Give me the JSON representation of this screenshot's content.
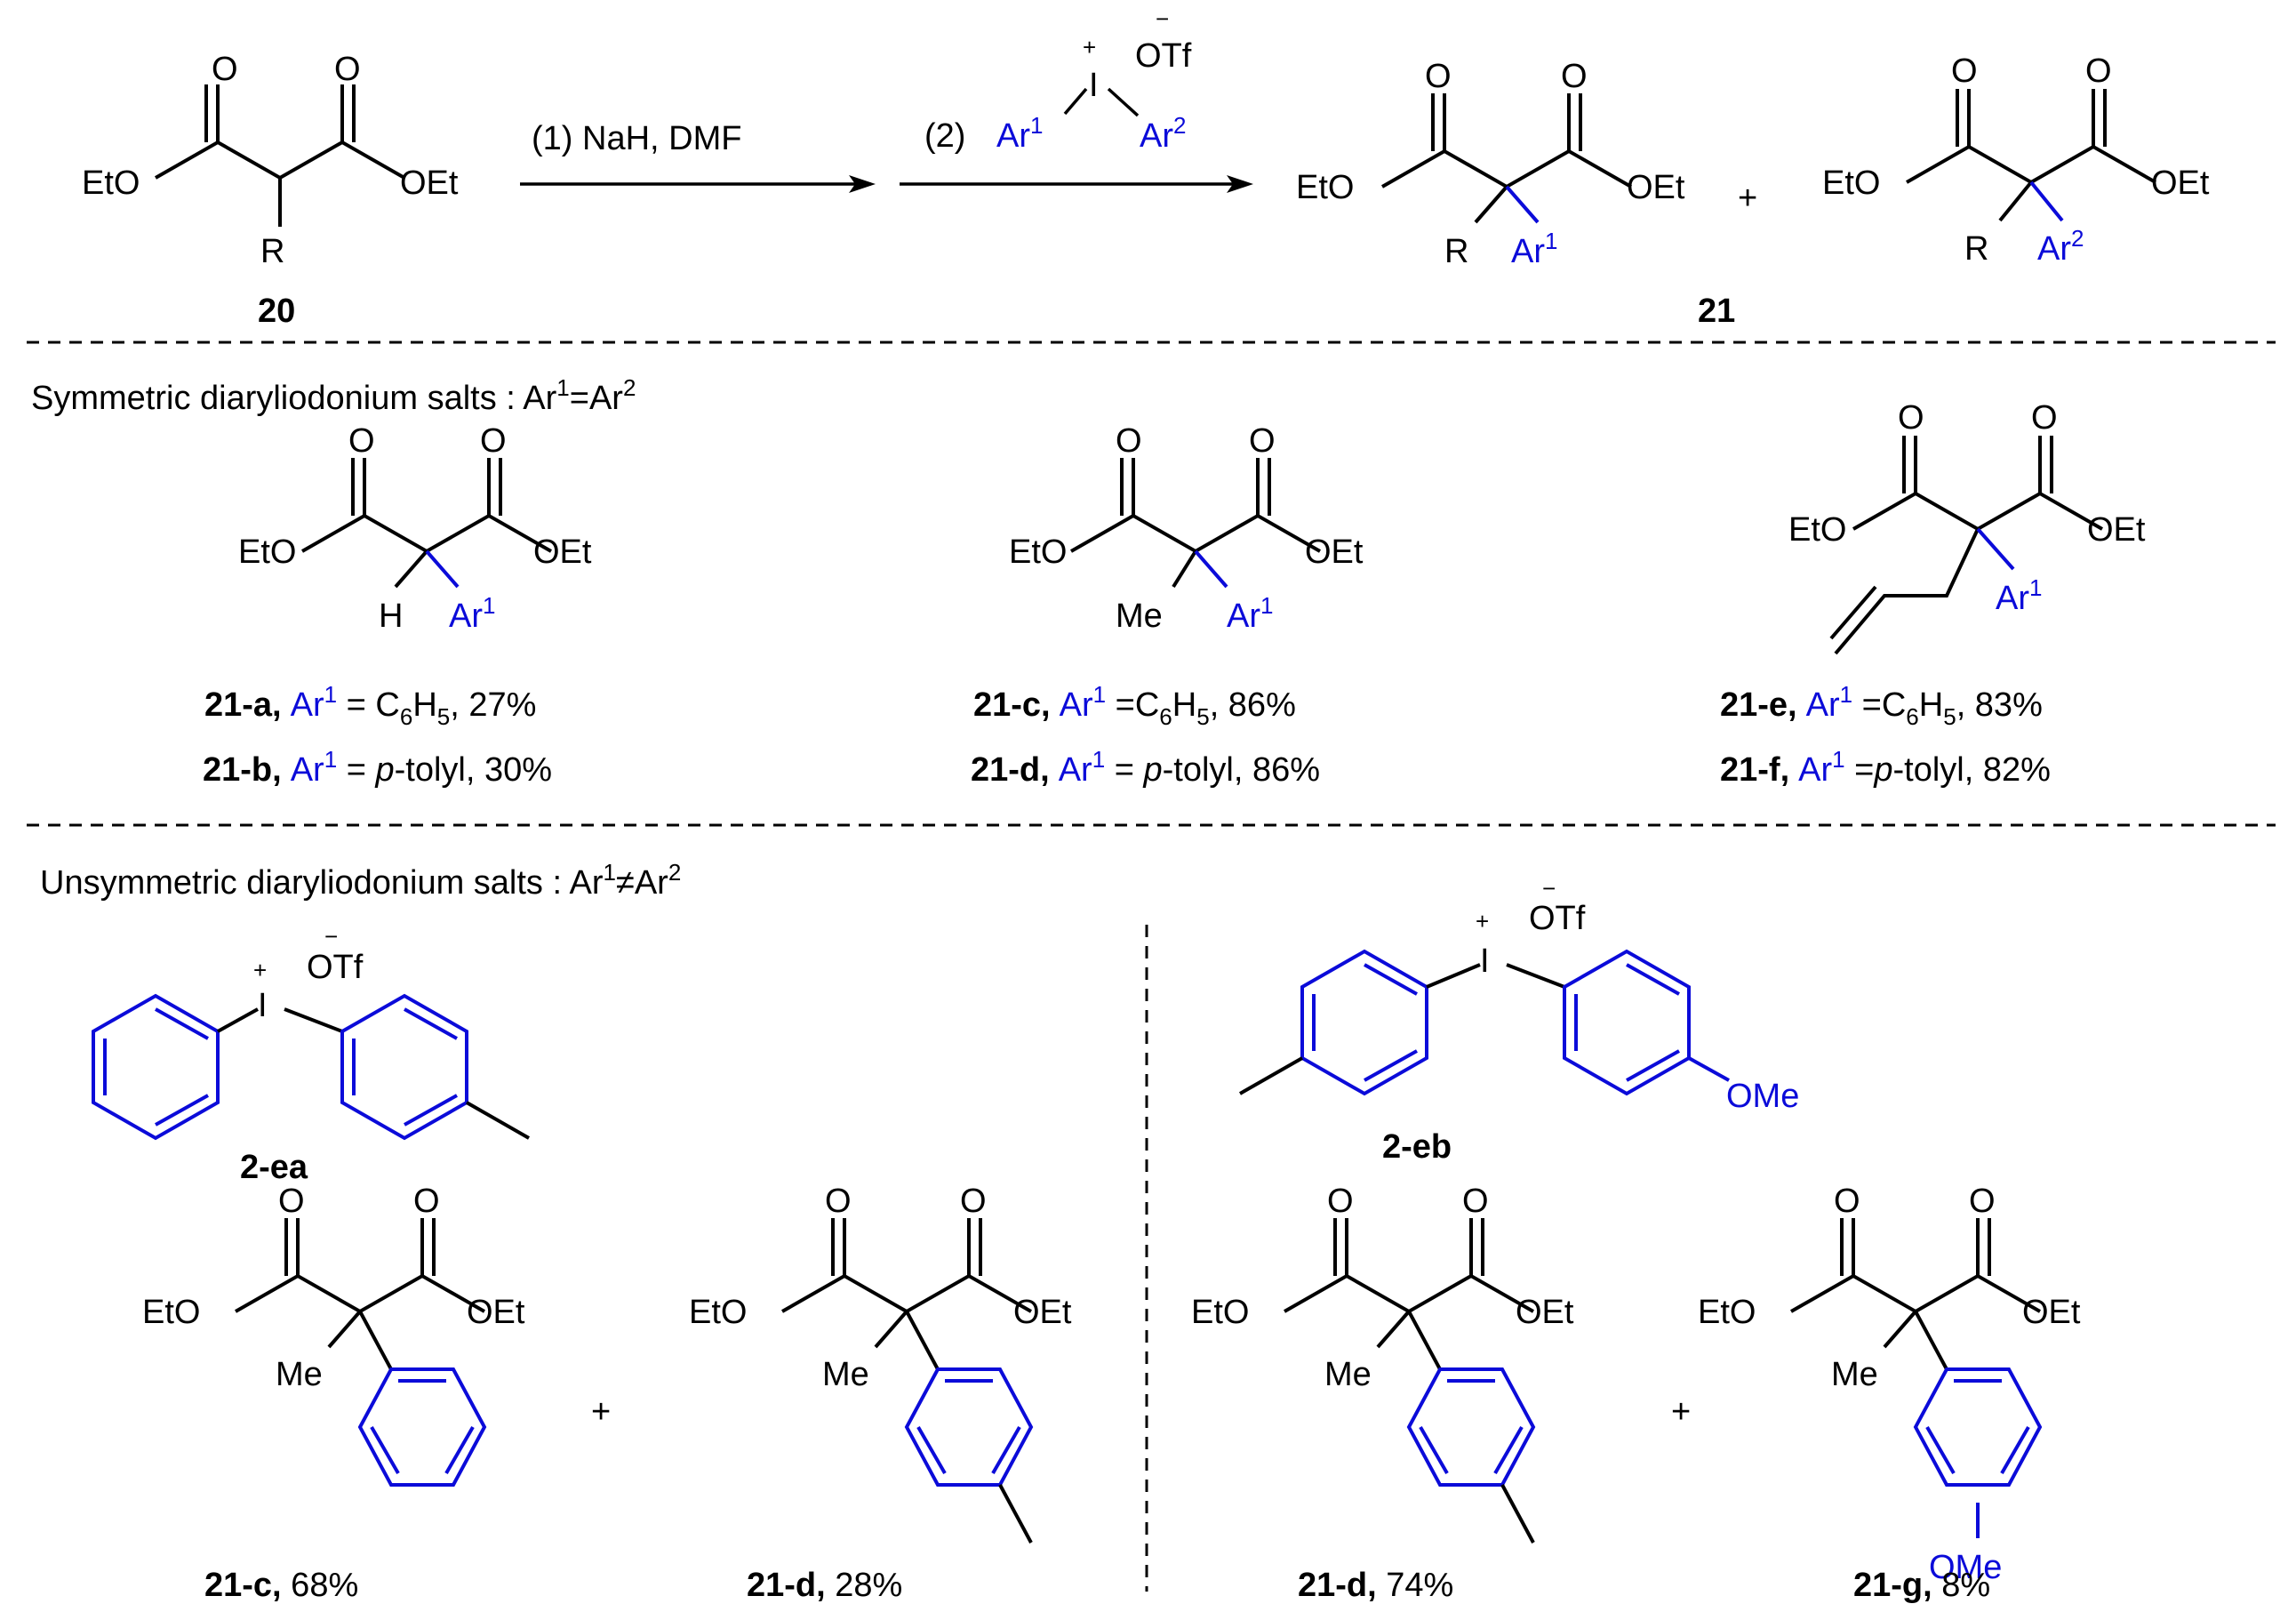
{
  "colors": {
    "aryl": "#0b0bd9",
    "text": "#000000",
    "background": "#ffffff"
  },
  "reaction": {
    "step1": "(1) NaH, DMF",
    "step2": "(2)",
    "reagent_counterion": "OTf",
    "reagent_plus": "+",
    "reagent_minus": "−",
    "reagent_iodine": "I",
    "ar1": "Ar",
    "ar1_sup": "1",
    "ar2": "Ar",
    "ar2_sup": "2",
    "plus": "+",
    "start_label": "20",
    "product_label": "21",
    "oet": "OEt",
    "eto": "EtO",
    "o": "O",
    "r": "R"
  },
  "section1": {
    "title": "Symmetric diaryliodonium salts : Ar",
    "title_sup1": "1",
    "title_mid": "=Ar",
    "title_sup2": "2",
    "h": "H",
    "me": "Me",
    "entries": [
      {
        "id": "21-a,",
        "ar": "Ar",
        "sup": "1",
        "text": " = C",
        "sub1": "6",
        "h": "H",
        "sub2": "5",
        "yield": ", 27%"
      },
      {
        "id": "21-b,",
        "ar": "Ar",
        "sup": "1",
        "text": " = ",
        "italic": "p",
        "rest": "-tolyl, 30%"
      },
      {
        "id": "21-c,",
        "ar": "Ar",
        "sup": "1",
        "text": " =C",
        "sub1": "6",
        "h": "H",
        "sub2": "5",
        "yield": ", 86%"
      },
      {
        "id": "21-d,",
        "ar": "Ar",
        "sup": "1",
        "text": " = ",
        "italic": "p",
        "rest": "-tolyl, 86%"
      },
      {
        "id": "21-e,",
        "ar": "Ar",
        "sup": "1",
        "text": " =C",
        "sub1": "6",
        "h": "H",
        "sub2": "5",
        "yield": ", 83%"
      },
      {
        "id": "21-f,",
        "ar": "Ar",
        "sup": "1",
        "text": " =",
        "italic": "p",
        "rest": "-tolyl, 82%"
      }
    ]
  },
  "section2": {
    "title": "Unsymmetric diaryliodonium salts : Ar",
    "title_sup1": "1",
    "title_mid": "≠Ar",
    "title_sup2": "2",
    "salt_a": "2-ea",
    "salt_b": "2-eb",
    "ome": "OMe",
    "me": "Me",
    "products": [
      {
        "id": "21-c,",
        "yield": " 68%"
      },
      {
        "id": "21-d,",
        "yield": " 28%"
      },
      {
        "id": "21-d,",
        "yield": " 74%"
      },
      {
        "id": "21-g,",
        "yield": " 8%"
      }
    ]
  }
}
